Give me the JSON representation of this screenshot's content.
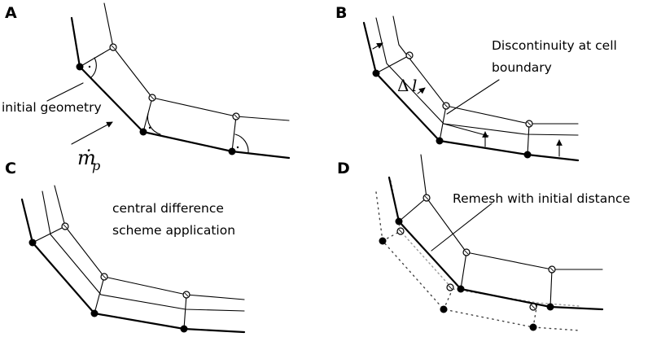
{
  "panels": {
    "a": {
      "letter": "A",
      "annotation": "initial geometry",
      "symbol_main": "ṁ",
      "symbol_sub": "p"
    },
    "b": {
      "letter": "B",
      "annotation_line1": "Discontinuity at cell",
      "annotation_line2": "boundary",
      "symbol": "Δl"
    },
    "c": {
      "letter": "C",
      "annotation_line1": "central difference",
      "annotation_line2": "scheme application"
    },
    "d": {
      "letter": "D",
      "annotation": "Remesh with initial distance"
    }
  }
}
